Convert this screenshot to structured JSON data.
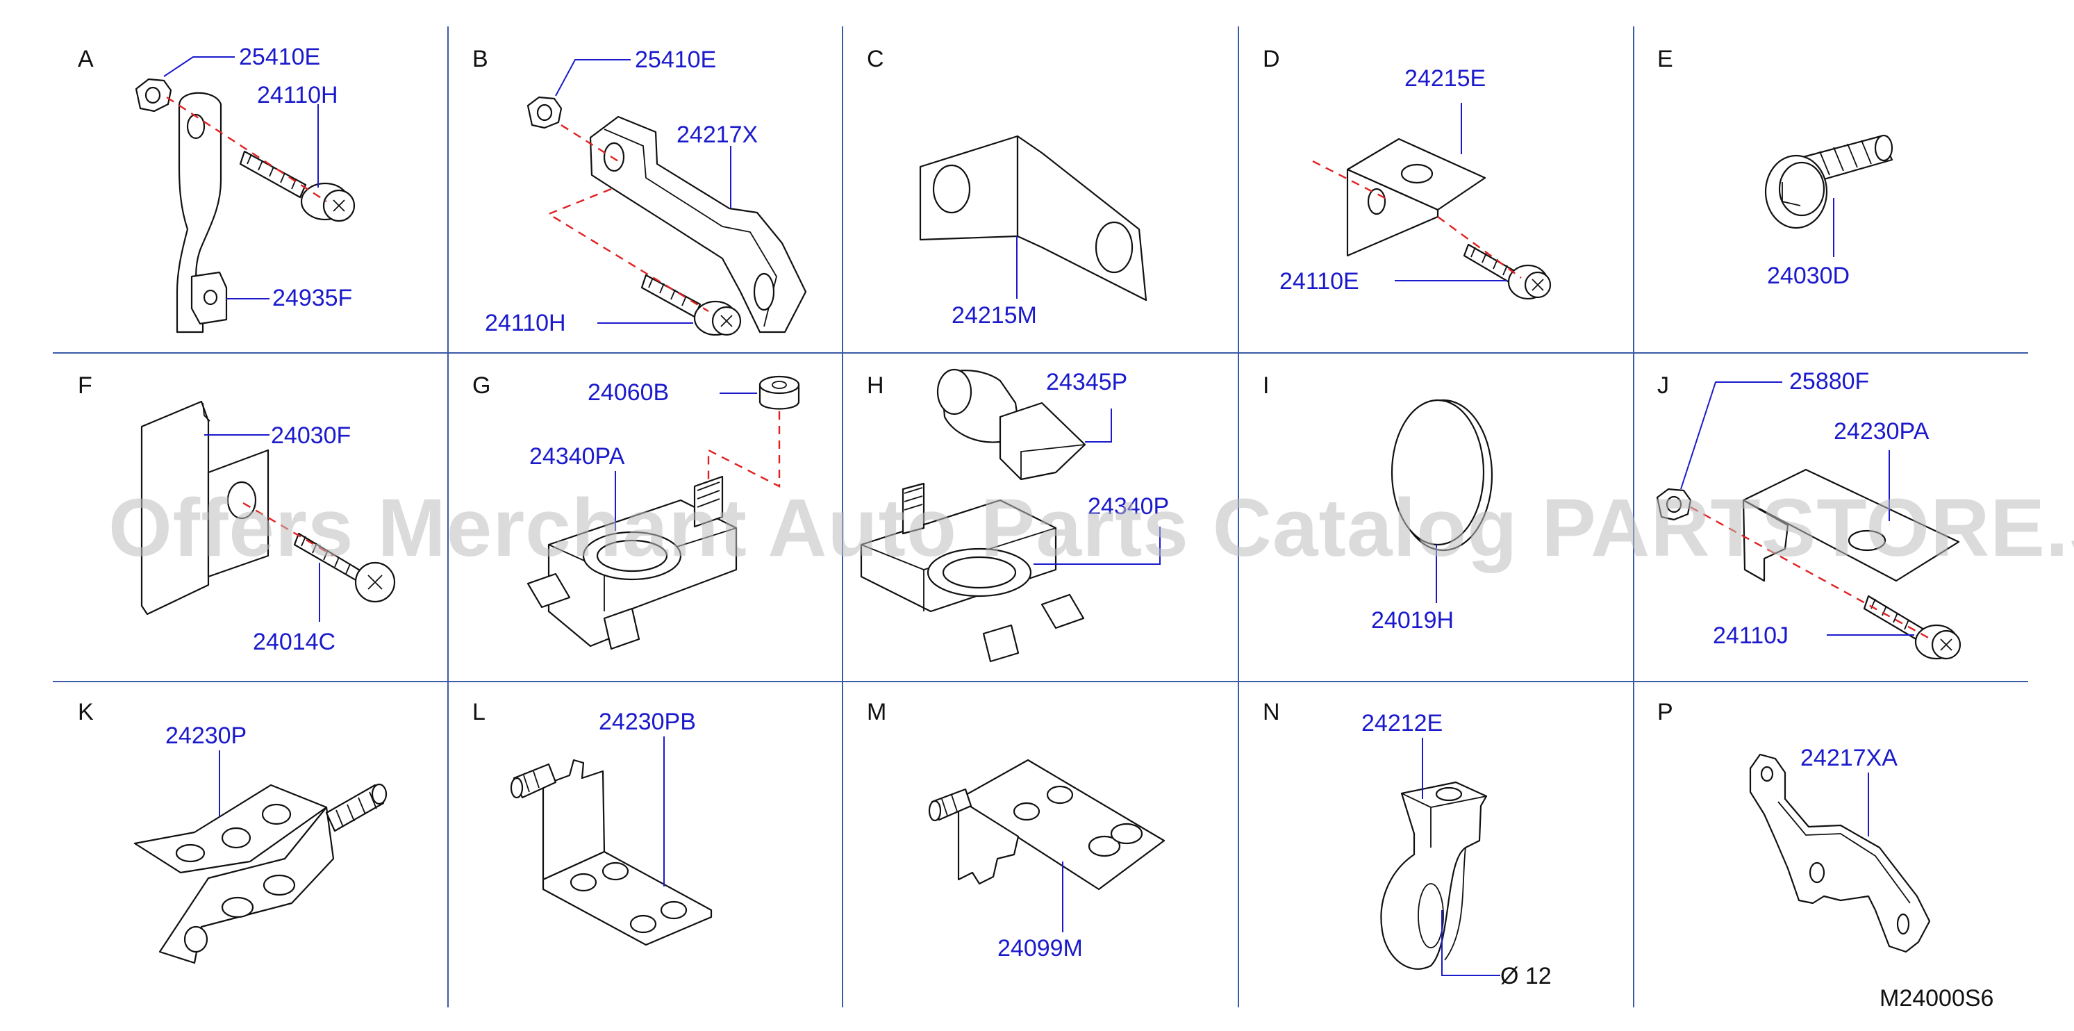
{
  "cells": [
    {
      "letter": "A",
      "parts": [
        "25410E",
        "24110H",
        "24935F"
      ]
    },
    {
      "letter": "B",
      "parts": [
        "25410E",
        "24217X",
        "24110H"
      ]
    },
    {
      "letter": "C",
      "parts": [
        "24215M"
      ]
    },
    {
      "letter": "D",
      "parts": [
        "24215E",
        "24110E"
      ]
    },
    {
      "letter": "E",
      "parts": [
        "24030D"
      ]
    },
    {
      "letter": "F",
      "parts": [
        "24030F",
        "24014C"
      ]
    },
    {
      "letter": "G",
      "parts": [
        "24060B",
        "24340PA"
      ]
    },
    {
      "letter": "H",
      "parts": [
        "24345P",
        "24340P"
      ]
    },
    {
      "letter": "I",
      "parts": [
        "24019H"
      ]
    },
    {
      "letter": "J",
      "parts": [
        "25880F",
        "24230PA",
        "24110J"
      ]
    },
    {
      "letter": "K",
      "parts": [
        "24230P"
      ]
    },
    {
      "letter": "L",
      "parts": [
        "24230PB"
      ]
    },
    {
      "letter": "M",
      "parts": [
        "24099M"
      ]
    },
    {
      "letter": "N",
      "parts": [
        "24212E",
        "Ø 12"
      ]
    },
    {
      "letter": "P",
      "parts": [
        "24217XA"
      ]
    }
  ],
  "watermark": "Offers Merchant Auto Parts Catalog PARTSTORE.SA",
  "reference_code": "M24000S6",
  "colors": {
    "grid": "#3a5aa8",
    "part_number": "#1a1acc",
    "dash": "#e02020",
    "line": "#111111"
  }
}
